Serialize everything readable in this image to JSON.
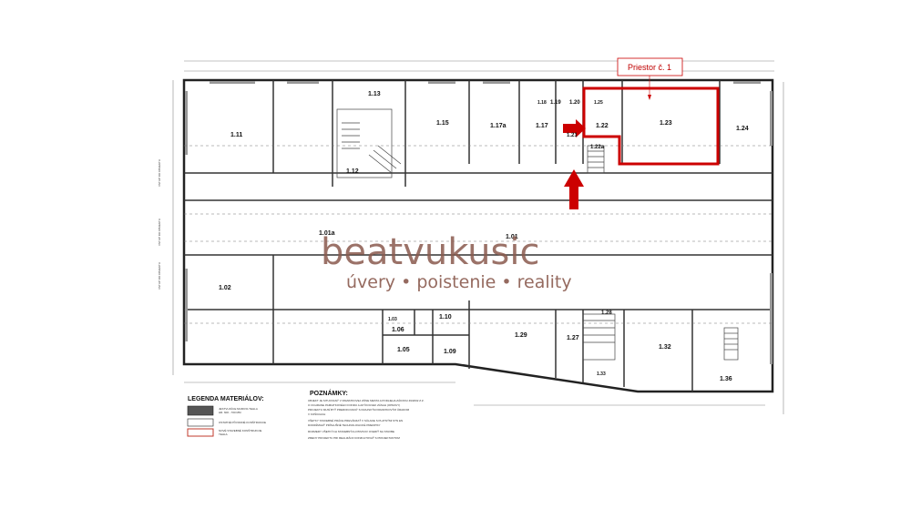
{
  "plan": {
    "rooms": [
      {
        "id": "r1",
        "label": "1.11"
      },
      {
        "id": "r2",
        "label": "1.13"
      },
      {
        "id": "r3",
        "label": "1.12"
      },
      {
        "id": "r4",
        "label": "1.15"
      },
      {
        "id": "r5",
        "label": "1.17a"
      },
      {
        "id": "r6",
        "label": "1.17"
      },
      {
        "id": "r7",
        "label": "1.18"
      },
      {
        "id": "r8",
        "label": "1.19"
      },
      {
        "id": "r9",
        "label": "1.20"
      },
      {
        "id": "r10",
        "label": "1.25"
      },
      {
        "id": "r11",
        "label": "1.21"
      },
      {
        "id": "r12",
        "label": "1.22"
      },
      {
        "id": "r13",
        "label": "1.22a"
      },
      {
        "id": "r14",
        "label": "1.23"
      },
      {
        "id": "r15",
        "label": "1.24"
      },
      {
        "id": "r16",
        "label": "1.01a"
      },
      {
        "id": "r17",
        "label": "1.01"
      },
      {
        "id": "r18",
        "label": "1.02"
      },
      {
        "id": "r19",
        "label": "1.03"
      },
      {
        "id": "r20",
        "label": "1.06"
      },
      {
        "id": "r21",
        "label": "1.05"
      },
      {
        "id": "r22",
        "label": "1.10"
      },
      {
        "id": "r23",
        "label": "1.09"
      },
      {
        "id": "r24",
        "label": "1.29"
      },
      {
        "id": "r25",
        "label": "1.27"
      },
      {
        "id": "r26",
        "label": "1.28"
      },
      {
        "id": "r27",
        "label": "1.32"
      },
      {
        "id": "r28",
        "label": "1.33"
      },
      {
        "id": "r29",
        "label": "1.36"
      }
    ],
    "callout": "Priestor č. 1",
    "side_labels": [
      "VSTUP DO OBJEKTU",
      "VSTUP DO OBJEKTU",
      "VSTUP DO OBJEKTU"
    ]
  },
  "legend": {
    "title": "LEGENDA MATERIÁLOV:",
    "items": [
      {
        "label": "JESTVUJÚCE MURIVO-TEHLA",
        "sub": "HR. 600 - 700 MM",
        "color": "#555555"
      },
      {
        "label": "OSTATNÉ PÔVODNÉ KONŠTRUKCIE",
        "sub": "",
        "color": "#ffffff"
      },
      {
        "label": "NOVÉ STAVEBNÉ KONŠTRUKCIE",
        "sub": "TEHLA",
        "color": "#c0392b"
      }
    ]
  },
  "notes": {
    "title": "POZNÁMKY:",
    "lines": [
      "OBJEKT JE SITUOVANÝ V PAMIATKOVEJ ZÓNE MESTA A PODLIEHA ZÁKONU 49/2002 Z.Z.",
      "O OCHRANE PAMIATKOVÉHO FONDU A AKÝKOĽVEK ZÁSAH (OPRAVY)",
      "PROJEKTU MUSÍ BYŤ PREROKOVANÝ S KRAJSKÝM PAMIATKOVÝM ÚRADOM",
      "V KOŠICIACH",
      "VŠETKY STAVEBNÉ PRÁCE PREVÁDZAŤ V SÚLADE S PLATNÝMI STN EN",
      "DODRŽIAVAŤ PRÍSLUŠNÉ TECHNOLOGICKÉ PREDPISY",
      "ROZMERY VŠETKÝCH STAVEBNÝCH PRVKOV OVERIŤ NA STAVBE",
      "ZMENY PROJEKTU PRI REALIZÁCII KONZULTOVAŤ S PROJEKTANTOM"
    ]
  },
  "watermark": {
    "brand": "beatvukusic",
    "tagline": "úvery • poistenie • reality",
    "color": "#8a5a4e"
  }
}
